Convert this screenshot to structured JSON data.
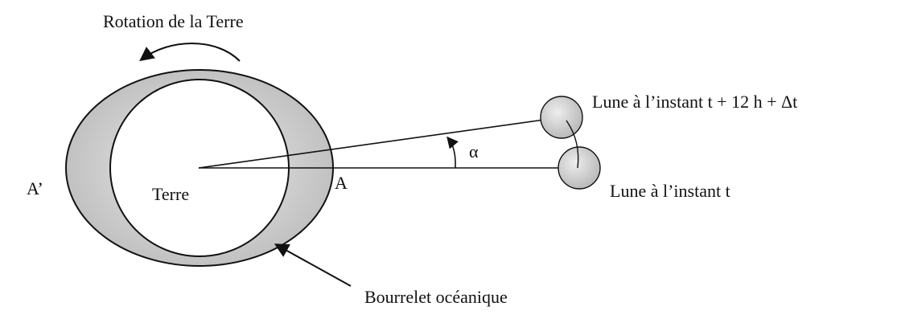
{
  "labels": {
    "rotation": "Rotation de la Terre",
    "earth": "Terre",
    "point_a": "A",
    "point_a_prime": "A’",
    "angle": "α",
    "moon_later": "Lune à l’instant t + 12 h + Δt",
    "moon_now": "Lune à l’instant t",
    "bulge": "Bourrelet océanique"
  },
  "colors": {
    "bulge_fill": "#cfcfcf",
    "moon_fill": "#d6d6d6",
    "line": "#111111",
    "earth_fill": "#ffffff"
  }
}
